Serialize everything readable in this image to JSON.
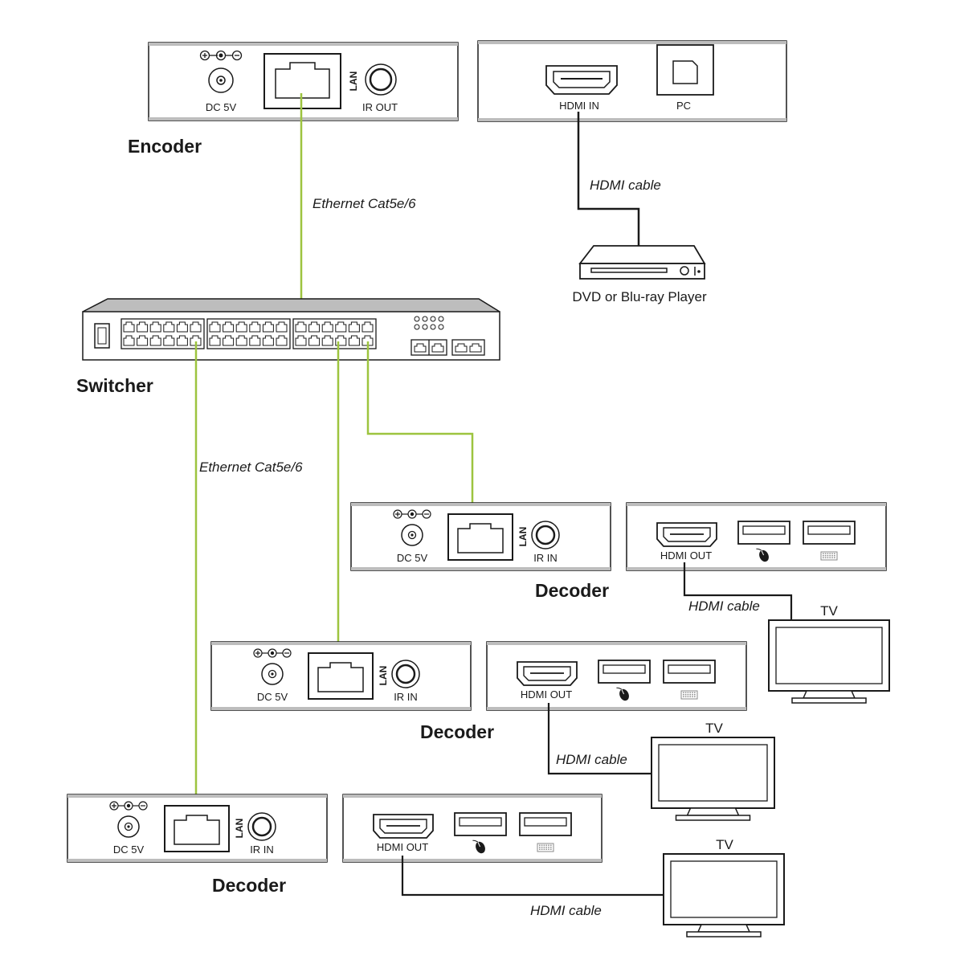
{
  "encoder": {
    "title": "Encoder",
    "dc_label": "DC 5V",
    "lan_label": "LAN",
    "ir_label": "IR OUT",
    "hdmi_label": "HDMI IN",
    "pc_label": "PC"
  },
  "source": {
    "cable_label": "HDMI cable",
    "player_label": "DVD or Blu-ray Player"
  },
  "uplink_cable_label": "Ethernet Cat5e/6",
  "switcher": {
    "title": "Switcher"
  },
  "downlink_cable_label": "Ethernet Cat5e/6",
  "decoders": [
    {
      "title": "Decoder",
      "dc_label": "DC 5V",
      "lan_label": "LAN",
      "ir_label": "IR IN",
      "hdmi_label": "HDMI OUT",
      "cable_label": "HDMI cable",
      "tv_label": "TV"
    },
    {
      "title": "Decoder",
      "dc_label": "DC 5V",
      "lan_label": "LAN",
      "ir_label": "IR IN",
      "hdmi_label": "HDMI OUT",
      "cable_label": "HDMI cable",
      "tv_label": "TV"
    },
    {
      "title": "Decoder",
      "dc_label": "DC 5V",
      "lan_label": "LAN",
      "ir_label": "IR IN",
      "hdmi_label": "HDMI OUT",
      "cable_label": "HDMI cable",
      "tv_label": "TV"
    }
  ],
  "colors": {
    "ethernet_cable": "#9dc43f",
    "outline": "#1a1a1a",
    "panel_fill": "#ffffff",
    "panel_shade": "#bdbdbd"
  },
  "icons": [
    "power-polarity-icon",
    "dc-jack-icon",
    "rj45-port-icon",
    "ir-jack-icon",
    "hdmi-port-icon",
    "usb-b-port-icon",
    "usb-a-port-icon",
    "mouse-icon",
    "keyboard-icon",
    "tv-icon",
    "disc-player-icon"
  ]
}
